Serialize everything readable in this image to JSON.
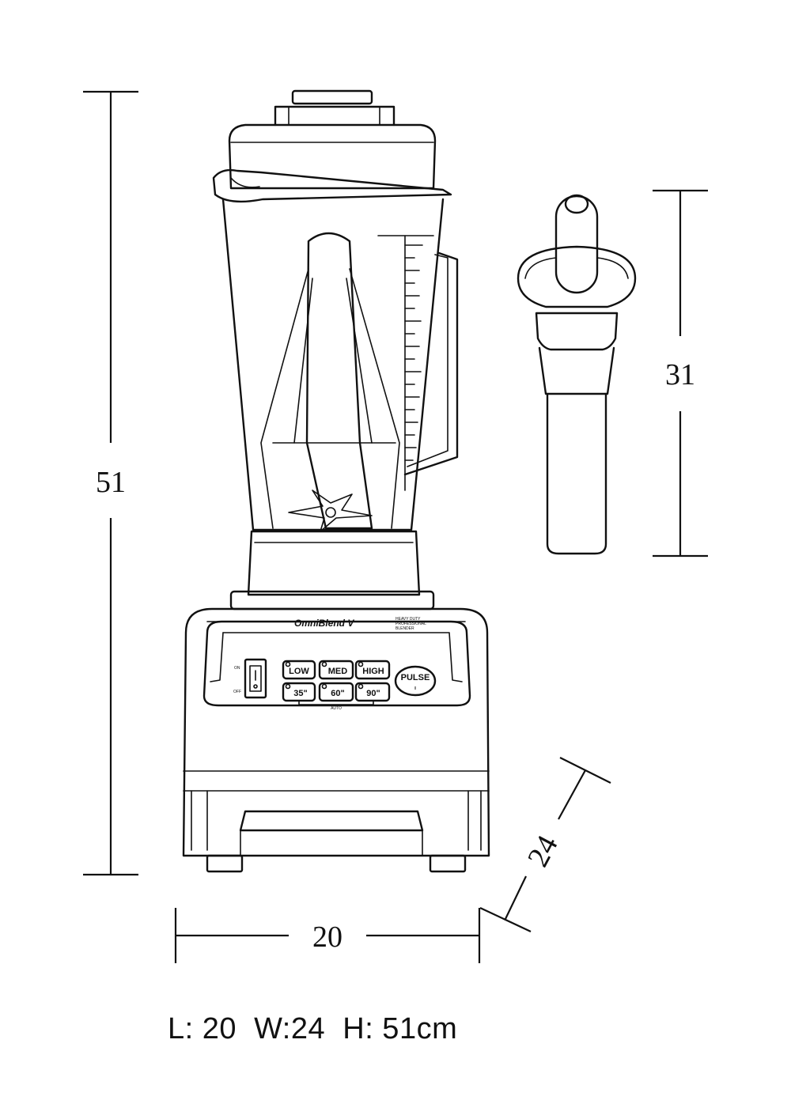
{
  "dimensions": {
    "height_label": "51",
    "width_label": "20",
    "depth_label": "24",
    "tamper_label": "31"
  },
  "product": {
    "brand_name": "OmniBlend V",
    "subtitle_lines": [
      "HEAVY DUTY",
      "PROFESSIONAL",
      "BLENDER"
    ]
  },
  "control_panel": {
    "switch_on": "ON",
    "switch_off": "OFF",
    "speed_buttons": [
      "LOW",
      "MED",
      "HIGH"
    ],
    "timer_buttons": [
      "35\"",
      "60\"",
      "90\""
    ],
    "pulse_label": "PULSE",
    "pulse_sub": "II",
    "auto_label": "AUTO"
  },
  "caption": {
    "text": "L: 20  W:24  H: 51cm"
  }
}
